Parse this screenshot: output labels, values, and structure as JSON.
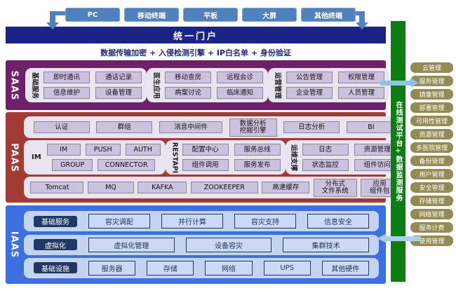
{
  "terminals": {
    "items": [
      "PC",
      "移动终端",
      "平板",
      "大屏",
      "其他终端"
    ]
  },
  "portal": {
    "title": "统一门户",
    "security_text": "数据传输加密 + 入侵检测引擎 + IP白名单 + 身份验证"
  },
  "layers": {
    "saas": {
      "label": "SAAS",
      "groups": [
        {
          "label": "基础服务",
          "buttons": [
            "即时通讯",
            "通话记录",
            "信息维护",
            "设备管理"
          ]
        },
        {
          "label": "医生应用",
          "buttons": [
            "移动查房",
            "远程会诊",
            "病案讨论",
            "临床通知"
          ]
        },
        {
          "label": "运营管理",
          "buttons": [
            "公告管理",
            "权限管理",
            "企业管理",
            "人员管理"
          ]
        }
      ]
    },
    "paas": {
      "label": "PAAS",
      "row1": [
        "认证",
        "群组",
        "消息中间件",
        "数据分析\n挖掘引擎",
        "日志分析",
        "BI"
      ],
      "im_group": {
        "label": "IM",
        "row_a": [
          "IM",
          "PUSH",
          "AUTH"
        ],
        "row_b": [
          "GROUP",
          "CONNECTOR"
        ]
      },
      "restapi_group": {
        "label": "RESTAPI",
        "buttons": [
          "配置中心",
          "服务总线",
          "组件调用",
          "服务发布"
        ]
      },
      "ops_group": {
        "label": "运维支撑",
        "buttons": [
          "日志",
          "资源管理",
          "状态监控",
          "组件访问"
        ]
      },
      "row3": [
        "Tomcat",
        "MQ",
        "KAFKA",
        "ZOOKEEPER",
        "高速缓存",
        "分布式\n文件系统",
        "应用\n组件包"
      ]
    },
    "iaas": {
      "label": "IAAS",
      "rows": [
        {
          "label": "基础服务",
          "buttons": [
            "容灾调配",
            "并行计算",
            "容灾支持",
            "信息安全"
          ]
        },
        {
          "label": "虚拟化",
          "buttons": [
            "虚拟化管理",
            "设备容灾",
            "集群技术"
          ]
        },
        {
          "label": "基础设施",
          "buttons": [
            "服务器",
            "存储",
            "网络",
            "UPS",
            "其他硬件"
          ]
        }
      ]
    }
  },
  "side_platform": {
    "label": "在线测试平台+数据监测服务"
  },
  "sidebar": {
    "items": [
      "云管理",
      "服务管理",
      "镜像管理",
      "部署管理",
      "可用性管理",
      "资源管理",
      "多医院管理",
      "备份管理",
      "用户管理",
      "安全管理",
      "存储管理",
      "网络管理",
      "服务计费",
      "使用管理"
    ]
  },
  "colors": {
    "terminal_blue": "#4f81bd",
    "portal_navy": "#1b2484",
    "saas_purple": "#6e2166",
    "paas_red": "#a23a35",
    "iaas_blue": "#3d6fe0",
    "group_panel": "#e9e4f2",
    "purple_button": "#ccc2df",
    "iaas_row": "#c2d4f0",
    "iaas_button": "#cbd9f4",
    "iaas_label_navy": "#1f3864",
    "green_bar": "#0c7e12",
    "sidebar_olive": "#948a54",
    "arrow_lightblue": "#8fc3e4"
  }
}
